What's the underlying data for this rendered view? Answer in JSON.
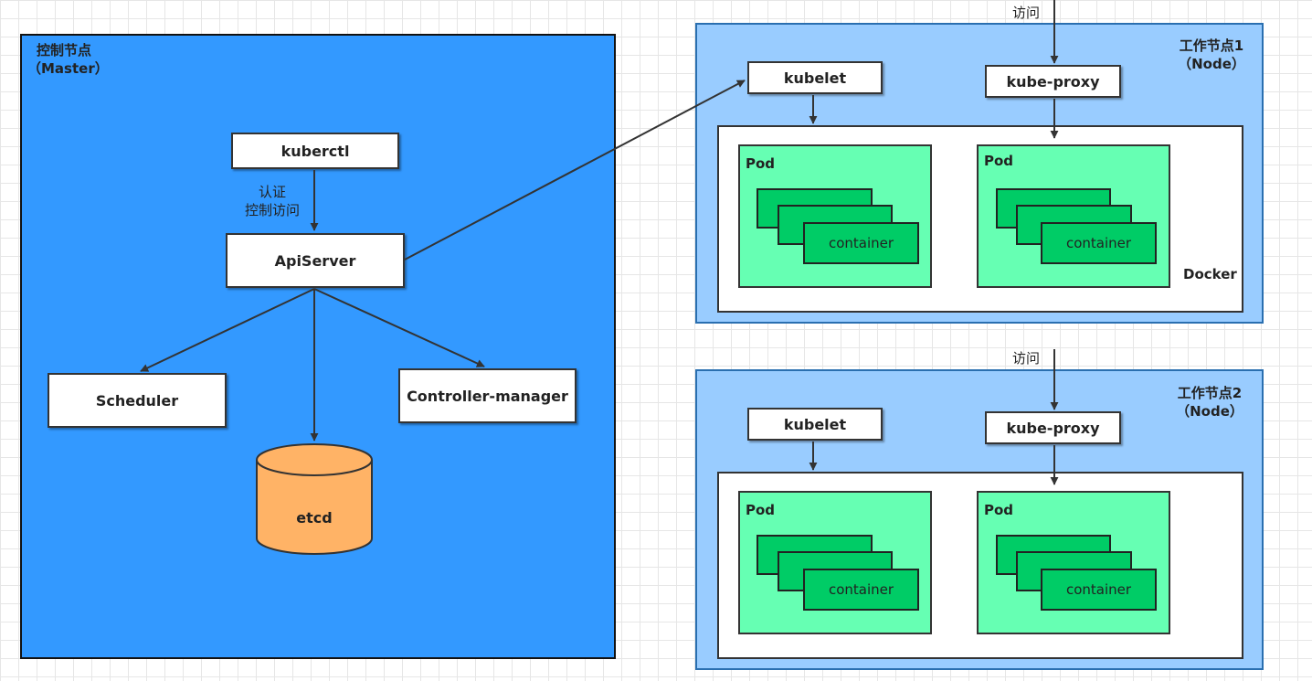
{
  "master": {
    "title": "控制节点",
    "subtitle": "（Master）",
    "kuberctl": "kuberctl",
    "auth_label_1": "认证",
    "auth_label_2": "控制访问",
    "apiserver": "ApiServer",
    "scheduler": "Scheduler",
    "controller_manager": "Controller-manager",
    "etcd": "etcd"
  },
  "nodes": [
    {
      "title": "工作节点1",
      "subtitle": "（Node）",
      "access_label": "访问",
      "kubelet": "kubelet",
      "kube_proxy": "kube-proxy",
      "docker_label": "Docker",
      "pods": [
        {
          "label": "Pod",
          "container_label": "container"
        },
        {
          "label": "Pod",
          "container_label": "container"
        }
      ]
    },
    {
      "title": "工作节点2",
      "subtitle": "（Node）",
      "access_label": "访问",
      "kubelet": "kubelet",
      "kube_proxy": "kube-proxy",
      "pods": [
        {
          "label": "Pod",
          "container_label": "container"
        },
        {
          "label": "Pod",
          "container_label": "container"
        }
      ]
    }
  ],
  "colors": {
    "master_bg": "#3399ff",
    "node_bg": "#99ccff",
    "pod_bg": "#66ffb3",
    "container_bg": "#00cc66",
    "etcd_fill": "#ffb366"
  }
}
